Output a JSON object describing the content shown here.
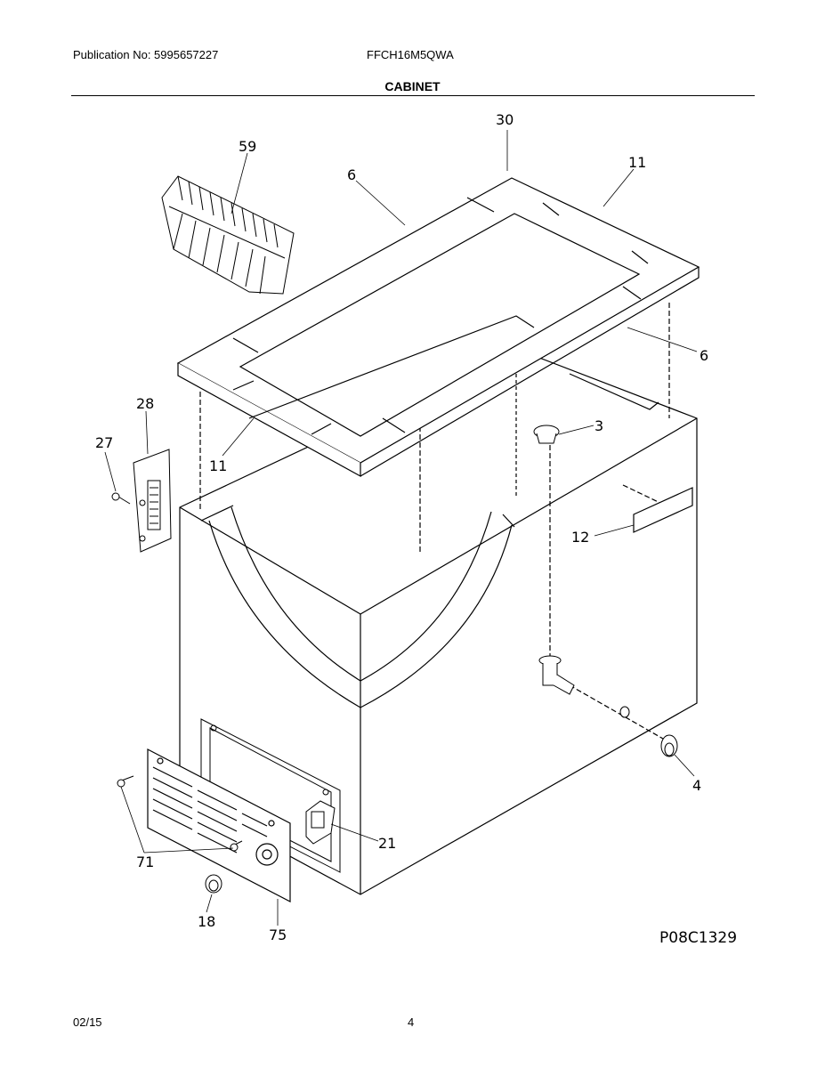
{
  "header": {
    "publication": "Publication No: 5995657227",
    "model": "FFCH16M5QWA",
    "section": "CABINET"
  },
  "diagram": {
    "callouts": {
      "p30": "30",
      "p59": "59",
      "p6a": "6",
      "p11a": "11",
      "p6b": "6",
      "p3": "3",
      "p28": "28",
      "p27": "27",
      "p11b": "11",
      "p12": "12",
      "p4": "4",
      "p21": "21",
      "p71": "71",
      "p18": "18",
      "p75": "75"
    },
    "figure_code": "P08C1329"
  },
  "footer": {
    "date": "02/15",
    "page": "4"
  }
}
